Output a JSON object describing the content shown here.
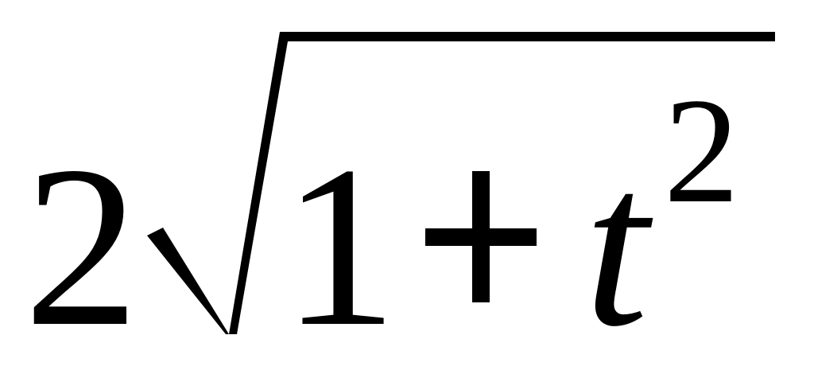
{
  "expression": {
    "coefficient": "2",
    "radical_symbol": "√",
    "radicand": {
      "constant": "1",
      "operator": "+",
      "variable": "t",
      "exponent": "2"
    }
  }
}
